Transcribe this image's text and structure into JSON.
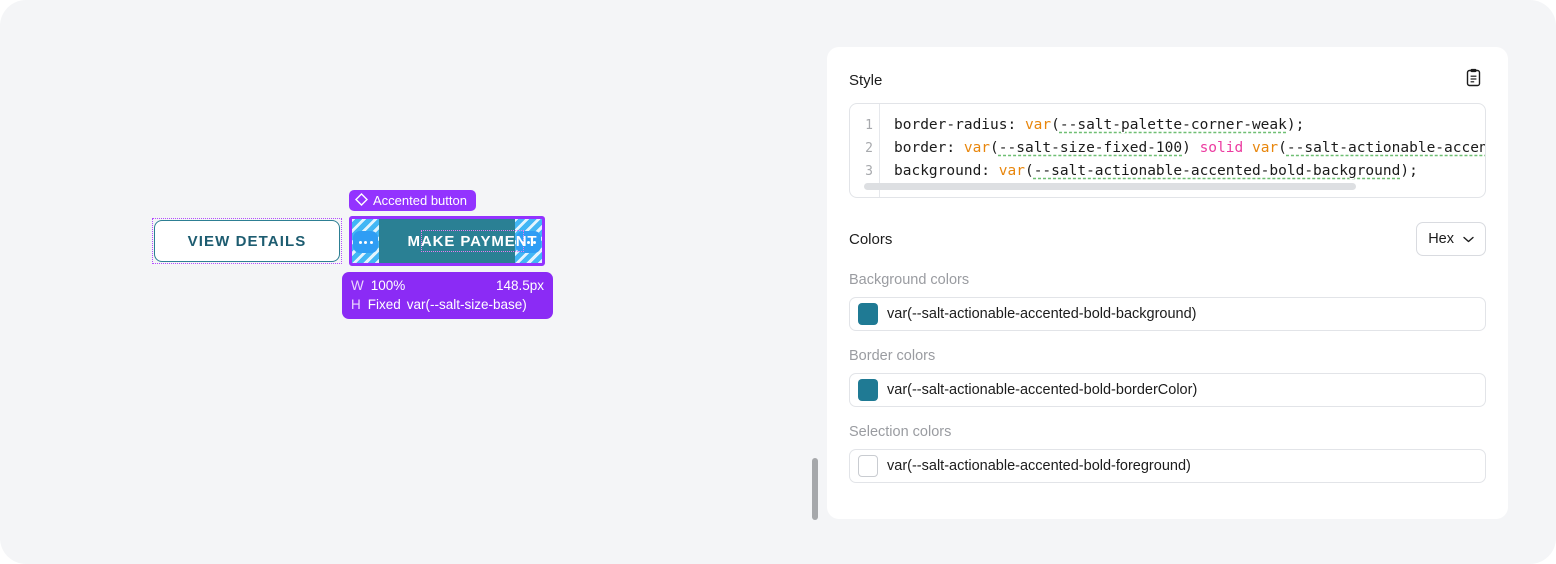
{
  "canvas": {
    "primary_button": {
      "label": "VIEW DETAILS",
      "border_color": "#2d7f93",
      "selection_outline_color": "#b44cff"
    },
    "selected_component": {
      "badge_label": "Accented button",
      "badge_icon": "diamond-component-icon",
      "badge_color": "#9333ff",
      "button_label": "MAKE PAYMENT",
      "fill_color": "#2a8094",
      "outline_color": "#9333ff",
      "padding_indicator_color": "#42b6f5",
      "handle_glyph": "...",
      "dimensions": {
        "width_key": "W",
        "width_mode": "100%",
        "width_value": "148.5px",
        "height_key": "H",
        "height_mode": "Fixed",
        "height_value": "var(--salt-size-base)",
        "tooltip_color": "#8b2bf5"
      }
    }
  },
  "panel": {
    "style_section": {
      "title": "Style",
      "copy_icon": "clipboard-icon",
      "code": {
        "line_numbers": [
          "1",
          "2",
          "3"
        ],
        "lines": [
          {
            "number": "1",
            "tokens": [
              {
                "text": "border-radius: ",
                "type": "plain"
              },
              {
                "text": "var",
                "type": "fn"
              },
              {
                "text": "(",
                "type": "plain"
              },
              {
                "text": "--salt-palette-corner-weak",
                "type": "var"
              },
              {
                "text": ");",
                "type": "plain"
              }
            ]
          },
          {
            "number": "2",
            "tokens": [
              {
                "text": "border: ",
                "type": "plain"
              },
              {
                "text": "var",
                "type": "fn"
              },
              {
                "text": "(",
                "type": "plain"
              },
              {
                "text": "--salt-size-fixed-100",
                "type": "var"
              },
              {
                "text": ") ",
                "type": "plain"
              },
              {
                "text": "solid",
                "type": "kw"
              },
              {
                "text": " ",
                "type": "plain"
              },
              {
                "text": "var",
                "type": "fn"
              },
              {
                "text": "(",
                "type": "plain"
              },
              {
                "text": "--salt-actionable-accented-",
                "type": "var"
              }
            ]
          },
          {
            "number": "3",
            "tokens": [
              {
                "text": "background: ",
                "type": "plain"
              },
              {
                "text": "var",
                "type": "fn"
              },
              {
                "text": "(",
                "type": "plain"
              },
              {
                "text": "--salt-actionable-accented-bold-background",
                "type": "var"
              },
              {
                "text": ");",
                "type": "plain"
              }
            ]
          }
        ]
      }
    },
    "colors_section": {
      "title": "Colors",
      "format_selector": {
        "value": "Hex",
        "chevron_icon": "chevron-down-icon"
      },
      "groups": [
        {
          "label": "Background colors",
          "swatch_color": "#1f7a94",
          "value": "var(--salt-actionable-accented-bold-background)"
        },
        {
          "label": "Border colors",
          "swatch_color": "#1f7a94",
          "value": "var(--salt-actionable-accented-bold-borderColor)"
        },
        {
          "label": "Selection colors",
          "swatch_color": "#ffffff",
          "value": "var(--salt-actionable-accented-bold-foreground)"
        }
      ]
    }
  }
}
